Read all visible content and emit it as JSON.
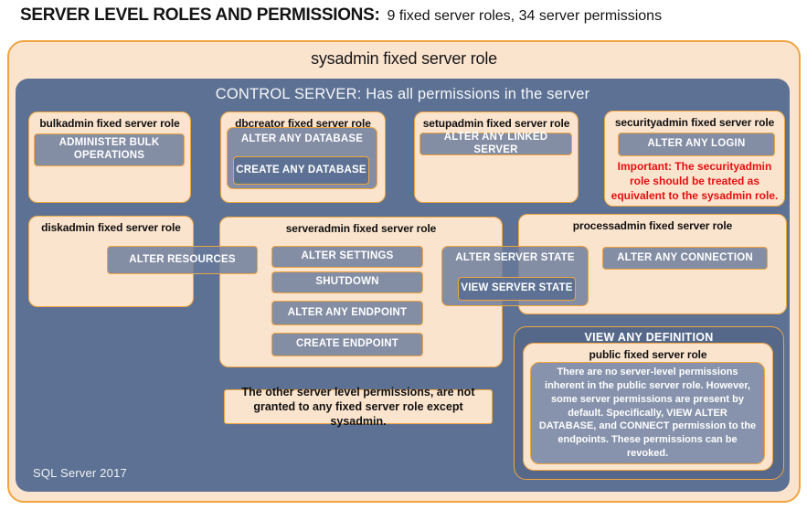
{
  "page": {
    "title_main": "SERVER LEVEL ROLES AND PERMISSIONS:",
    "title_sub": "9 fixed server roles, 34 server permissions"
  },
  "sysadmin_box": {
    "label": "sysadmin fixed server role"
  },
  "control_server_box": {
    "label": "CONTROL SERVER: Has all permissions in the server",
    "footer": "SQL Server 2017"
  },
  "roles": {
    "bulkadmin": {
      "title": "bulkadmin fixed server role",
      "permission": "ADMINISTER BULK OPERATIONS"
    },
    "dbcreator": {
      "title": "dbcreator fixed server role",
      "permission_outer": "ALTER ANY DATABASE",
      "permission_nested": "CREATE ANY DATABASE"
    },
    "setupadmin": {
      "title": "setupadmin fixed server role",
      "permission": "ALTER ANY LINKED SERVER"
    },
    "securityadmin": {
      "title": "securityadmin fixed server role",
      "permission": "ALTER ANY LOGIN",
      "warning": "Important: The securityadmin role should be treated as equivalent to the sysadmin role."
    },
    "diskadmin": {
      "title": "diskadmin fixed server role",
      "permission": "ALTER RESOURCES"
    },
    "serveradmin": {
      "title": "serveradmin fixed server role",
      "permissions": [
        "ALTER SETTINGS",
        "SHUTDOWN",
        "ALTER ANY ENDPOINT",
        "CREATE ENDPOINT"
      ]
    },
    "shared_state": {
      "permission_outer": "ALTER SERVER STATE",
      "permission_nested": "VIEW SERVER STATE"
    },
    "processadmin": {
      "title": "processadmin fixed server role",
      "permission": "ALTER ANY CONNECTION"
    },
    "public": {
      "container_permission": "VIEW ANY DEFINITION",
      "title": "public fixed server role",
      "description": "There are no server-level permissions inherent in the public server role. However, some server permissions are present by default. Specifically, VIEW ALTER DATABASE, and CONNECT permission to the endpoints. These permissions can be revoked."
    }
  },
  "notes": {
    "other_permissions": "The other server level permissions, are not granted to any fixed server role except sysadmin."
  },
  "colors": {
    "peach": "#FBE4CE",
    "gold_border": "#F0A43F",
    "slate_blue": "#5C7194",
    "button_blue": "#8793AC",
    "dark_panel": "#55688A",
    "warning_red": "#E80E0E"
  }
}
